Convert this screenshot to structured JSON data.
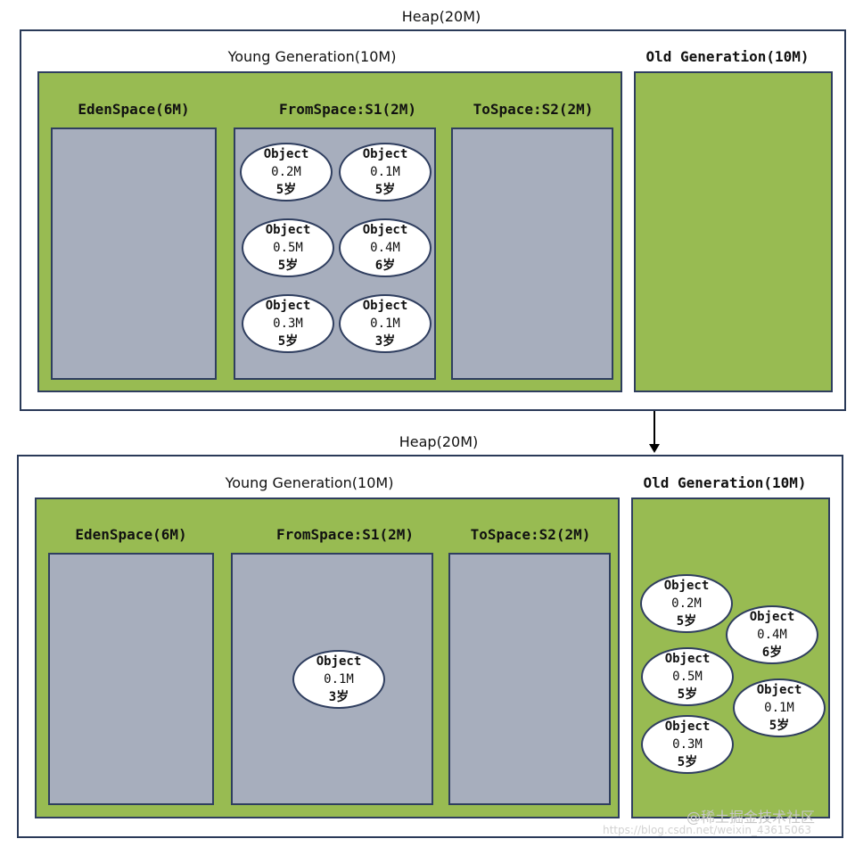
{
  "panels": [
    {
      "heap_title": "Heap(20M)",
      "young_title": "Young Generation(10M)",
      "old_title": "Old Generation(10M)",
      "eden_title": "EdenSpace(6M)",
      "from_title": "FromSpace:S1(2M)",
      "to_title": "ToSpace:S2(2M)",
      "from_objects": [
        {
          "name": "Object",
          "size": "0.2M",
          "age": "5岁"
        },
        {
          "name": "Object",
          "size": "0.1M",
          "age": "5岁"
        },
        {
          "name": "Object",
          "size": "0.5M",
          "age": "5岁"
        },
        {
          "name": "Object",
          "size": "0.4M",
          "age": "6岁"
        },
        {
          "name": "Object",
          "size": "0.3M",
          "age": "5岁"
        },
        {
          "name": "Object",
          "size": "0.1M",
          "age": "3岁"
        }
      ],
      "old_objects": []
    },
    {
      "heap_title": "Heap(20M)",
      "young_title": "Young Generation(10M)",
      "old_title": "Old Generation(10M)",
      "eden_title": "EdenSpace(6M)",
      "from_title": "FromSpace:S1(2M)",
      "to_title": "ToSpace:S2(2M)",
      "from_objects": [
        {
          "name": "Object",
          "size": "0.1M",
          "age": "3岁"
        }
      ],
      "old_objects": [
        {
          "name": "Object",
          "size": "0.2M",
          "age": "5岁"
        },
        {
          "name": "Object",
          "size": "0.4M",
          "age": "6岁"
        },
        {
          "name": "Object",
          "size": "0.5M",
          "age": "5岁"
        },
        {
          "name": "Object",
          "size": "0.1M",
          "age": "5岁"
        },
        {
          "name": "Object",
          "size": "0.3M",
          "age": "5岁"
        }
      ]
    }
  ],
  "watermark": "@稀土掘金技术社区",
  "watermark_url": "https://blog.csdn.net/weixin_43615063"
}
